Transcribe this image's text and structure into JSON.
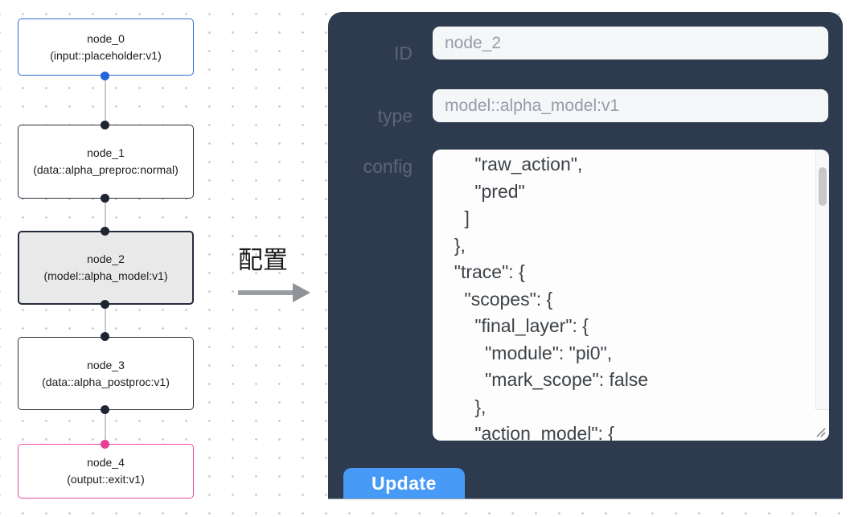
{
  "canvas": {
    "nodes": [
      {
        "title": "node_0",
        "subtitle": "(input::placeholder:v1)"
      },
      {
        "title": "node_1",
        "subtitle": "(data::alpha_preproc:normal)"
      },
      {
        "title": "node_2",
        "subtitle": "(model::alpha_model:v1)"
      },
      {
        "title": "node_3",
        "subtitle": "(data::alpha_postproc:v1)"
      },
      {
        "title": "node_4",
        "subtitle": "(output::exit:v1)"
      }
    ]
  },
  "transition": {
    "label": "配置"
  },
  "inspector": {
    "fields": {
      "id": {
        "label": "ID",
        "value": "node_2"
      },
      "type": {
        "label": "type",
        "value": "model::alpha_model:v1"
      }
    },
    "config": {
      "label": "config",
      "lines": [
        "      \"raw_action\",",
        "      \"pred\"",
        "    ]",
        "  },",
        "  \"trace\": {",
        "    \"scopes\": {",
        "      \"final_layer\": {",
        "        \"module\": \"pi0\",",
        "        \"mark_scope\": false",
        "      },",
        "      \"action_model\": {"
      ]
    },
    "update_label": "Update"
  },
  "colors": {
    "panel_bg": "#2e3a4e",
    "node_input_border": "#2f6cd6",
    "node_output_border": "#e9499b",
    "node_selected_bg": "#e9e9ea",
    "update_button_bg": "#479bf7",
    "port_blue": "#2563d9",
    "port_black": "#1e2430",
    "port_pink": "#ea3d96"
  }
}
